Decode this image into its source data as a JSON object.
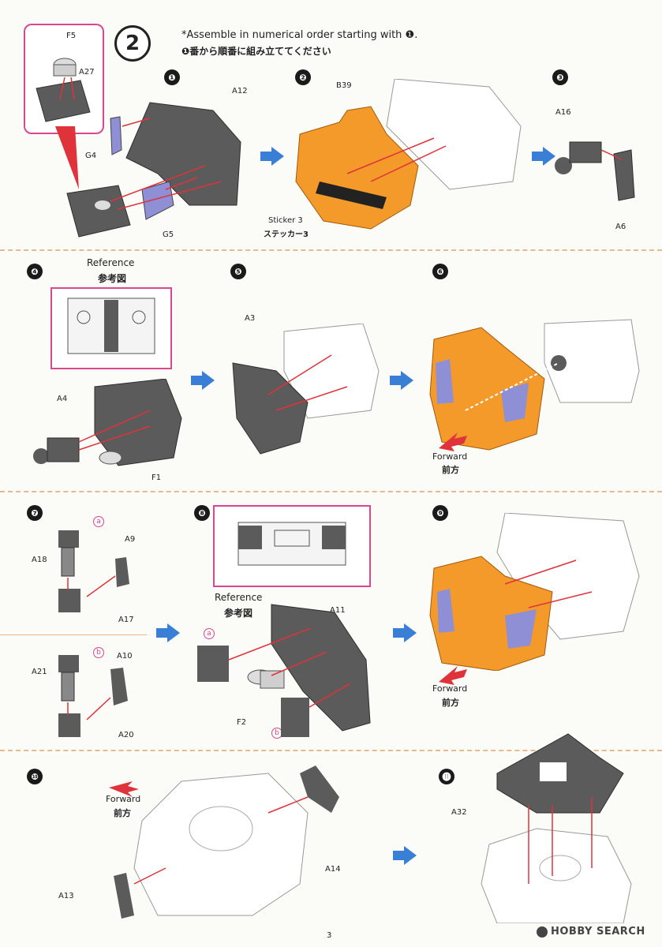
{
  "header": {
    "step_number": "2",
    "instruction_en": "*Assemble in numerical order starting with ❶.",
    "instruction_jp": "❶番から順番に組み立ててください"
  },
  "steps": [
    "❶",
    "❷",
    "❸",
    "❹",
    "❺",
    "❻",
    "❼",
    "❽",
    "❾",
    "❿",
    "⓫"
  ],
  "part_labels": {
    "f5": "F5",
    "a27": "A27",
    "a12": "A12",
    "g4": "G4",
    "g5": "G5",
    "b39": "B39",
    "sticker3_en": "Sticker 3",
    "sticker3_jp": "ステッカー3",
    "a16": "A16",
    "a6": "A6",
    "a4": "A4",
    "f1": "F1",
    "a3": "A3",
    "a18": "A18",
    "a9": "A9",
    "a17": "A17",
    "a21": "A21",
    "a10": "A10",
    "a20": "A20",
    "a11": "A11",
    "f2": "F2",
    "a13": "A13",
    "a14": "A14",
    "a32": "A32"
  },
  "reference": {
    "en": "Reference",
    "jp": "参考図"
  },
  "forward": {
    "en": "Forward",
    "jp": "前方"
  },
  "sub_letters": {
    "a": "a",
    "b": "b"
  },
  "footer": {
    "page": "3",
    "watermark": "HOBBY SEARCH"
  },
  "colors": {
    "orange": "#f39a2b",
    "gray": "#5b5b5b",
    "purple": "#8f8fd6",
    "pink": "#d9488f",
    "blue": "#3a7fd6",
    "red": "#e0323a",
    "separator": "#e6b98e"
  }
}
